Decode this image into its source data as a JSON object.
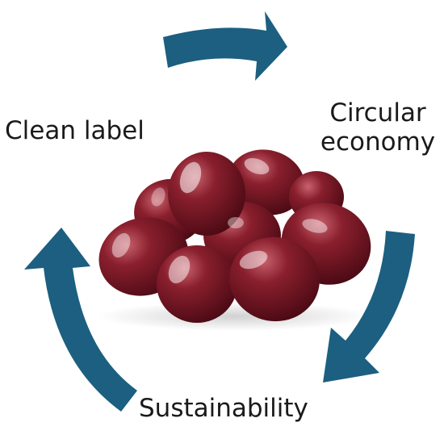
{
  "labels": {
    "clean_label": "Clean label",
    "circular_line1": "Circular",
    "circular_line2": "economy",
    "sustainability": "Sustainability"
  },
  "colors": {
    "arrow": "#1c5f80",
    "olive_dark": "#5a0e18",
    "olive_mid": "#8a1f2d",
    "olive_light": "#b8505c",
    "text": "#1a1a1a"
  },
  "icons": {
    "cycle_arrows": "cycle-arrow-icon",
    "olives": "olives-image"
  }
}
